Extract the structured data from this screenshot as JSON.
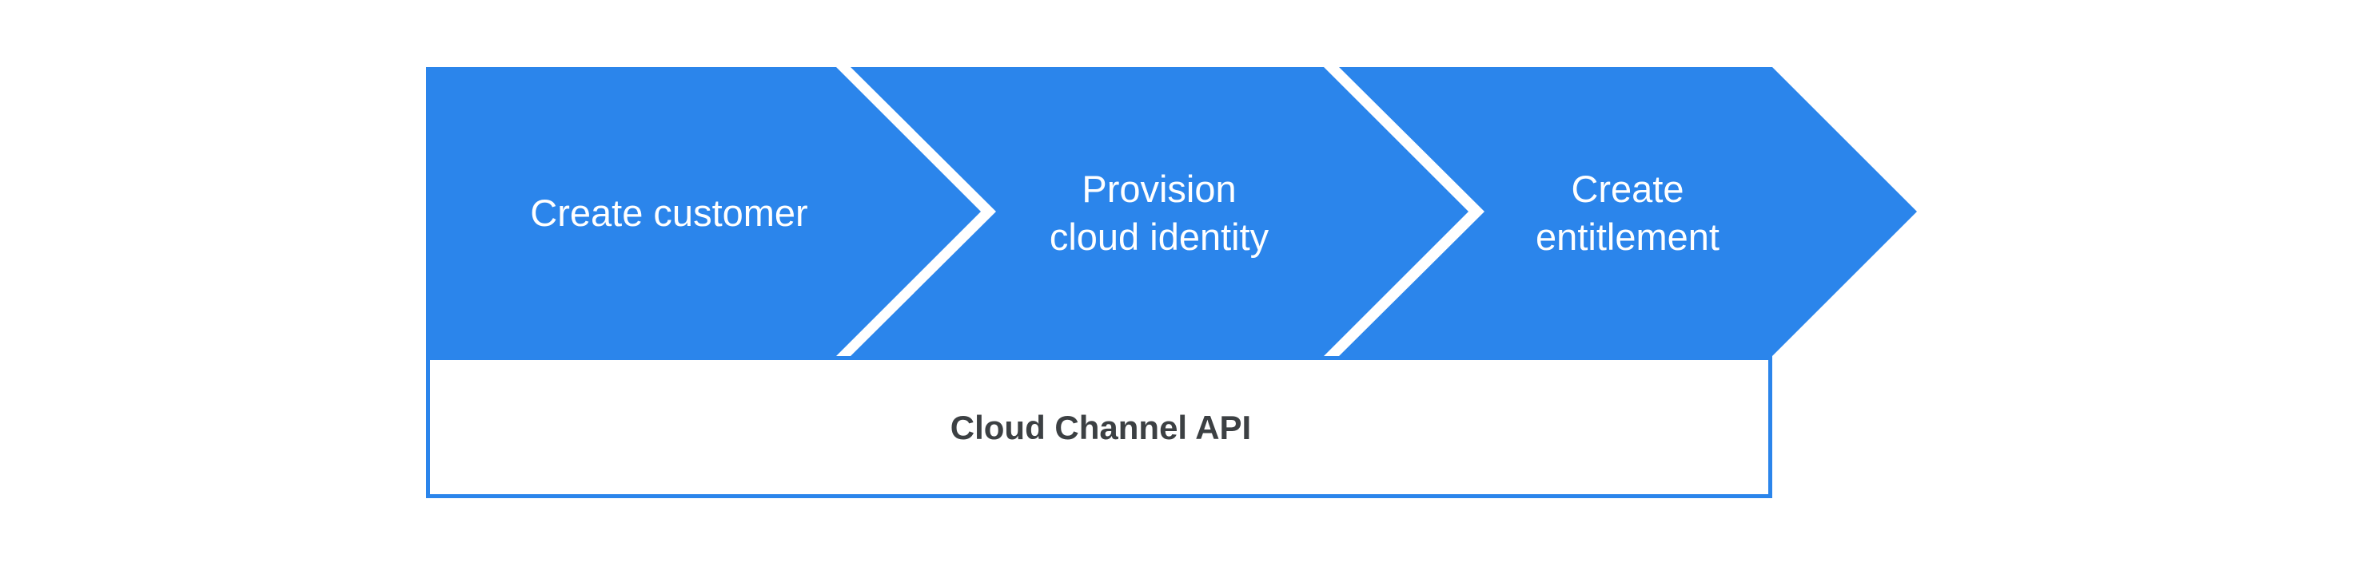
{
  "diagram": {
    "steps": [
      {
        "line1": "Create customer"
      },
      {
        "line1": "Provision",
        "line2": "cloud identity"
      },
      {
        "line1": "Create",
        "line2": "entitlement"
      }
    ],
    "api_box": {
      "label": "Cloud Channel API"
    },
    "colors": {
      "arrow_blue": "#2B85EB",
      "step_label_text": "#FFFFFF",
      "api_box_border": "#2B85EB",
      "api_box_background": "#FFFFFF",
      "api_label_text": "#3C4043",
      "background": "#FFFFFF"
    }
  }
}
